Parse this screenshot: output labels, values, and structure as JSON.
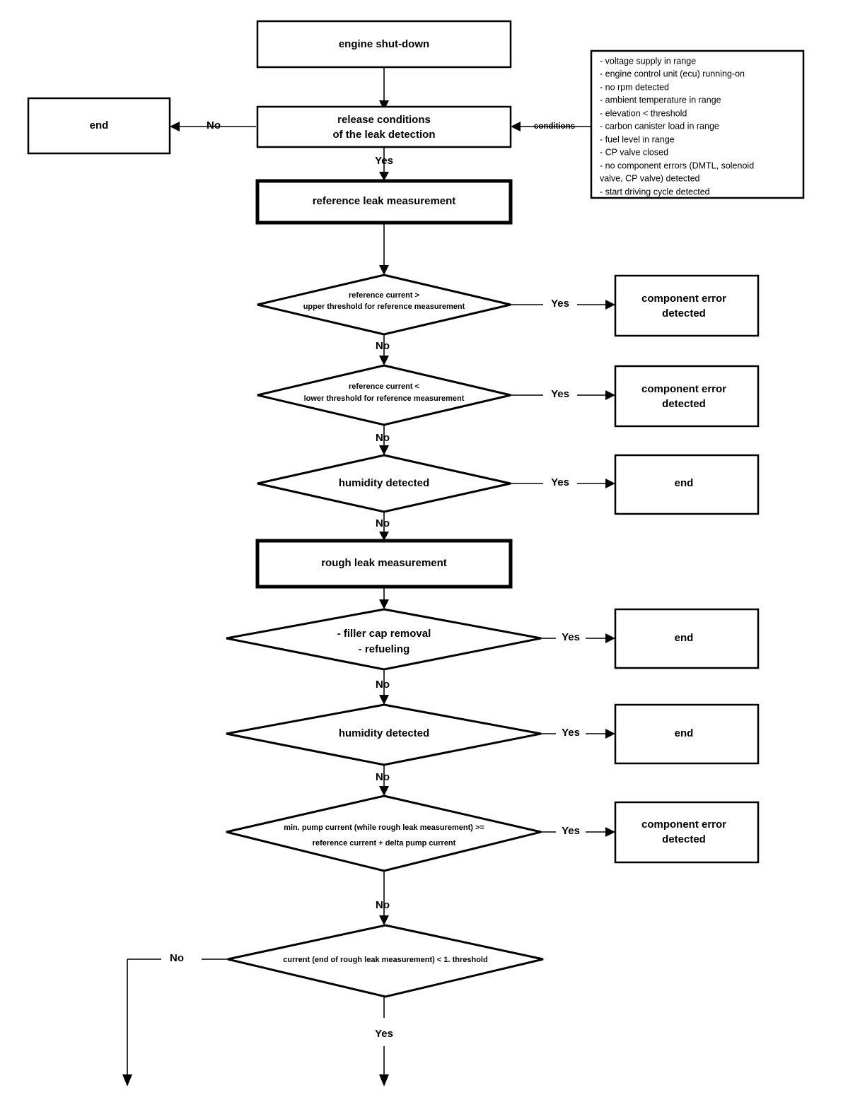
{
  "diagram": {
    "title": "leak detection flowchart",
    "background_color": "#ffffff",
    "line_color": "#000000"
  },
  "nodes": {
    "engine_shutdown": "engine shut-down",
    "release_conditions_line1": "release conditions",
    "release_conditions_line2": "of the leak detection",
    "end_left": "end",
    "reference_leak_measurement": "reference leak measurement",
    "rough_leak_measurement": "rough leak measurement",
    "component_error_1_line1": "component error",
    "component_error_1_line2": "detected",
    "component_error_2_line1": "component error",
    "component_error_2_line2": "detected",
    "component_error_3_line1": "component error",
    "component_error_3_line2": "detected",
    "end_1": "end",
    "end_2": "end",
    "end_3": "end"
  },
  "decisions": {
    "ref_current_upper_line1": "reference current  >",
    "ref_current_upper_line2": "upper threshold for reference measurement",
    "ref_current_lower_line1": "reference current  <",
    "ref_current_lower_line2": "lower threshold for reference measurement",
    "humidity_1": "humidity detected",
    "filler_cap_line1": "- filler cap removal",
    "filler_cap_line2": "- refueling",
    "humidity_2": "humidity detected",
    "pump_current_line1": "min. pump current (while rough leak measurement)  >=",
    "pump_current_line2": "reference current + delta pump current",
    "current_threshold": "current (end of rough leak measurement) < 1. threshold"
  },
  "edge_labels": {
    "no_release": "No",
    "yes_release": "Yes",
    "yes_1": "Yes",
    "no_1": "No",
    "yes_2": "Yes",
    "no_2": "No",
    "yes_3": "Yes",
    "no_3": "No",
    "yes_4": "Yes",
    "no_4": "No",
    "yes_5": "Yes",
    "no_5": "No",
    "yes_6": "Yes",
    "no_6": "No",
    "no_7": "No",
    "yes_7": "Yes",
    "conditions": "conditions"
  },
  "conditions_box": {
    "items": [
      "- voltage supply in range",
      "- engine control unit (ecu) running-on",
      "- no rpm detected",
      "- ambient temperature in range",
      "- elevation < threshold",
      "- carbon canister load in range",
      "- fuel level in range",
      "- CP valve closed",
      "- no component errors (DMTL, solenoid",
      "  valve, CP valve) detected",
      "- start driving cycle detected"
    ]
  }
}
